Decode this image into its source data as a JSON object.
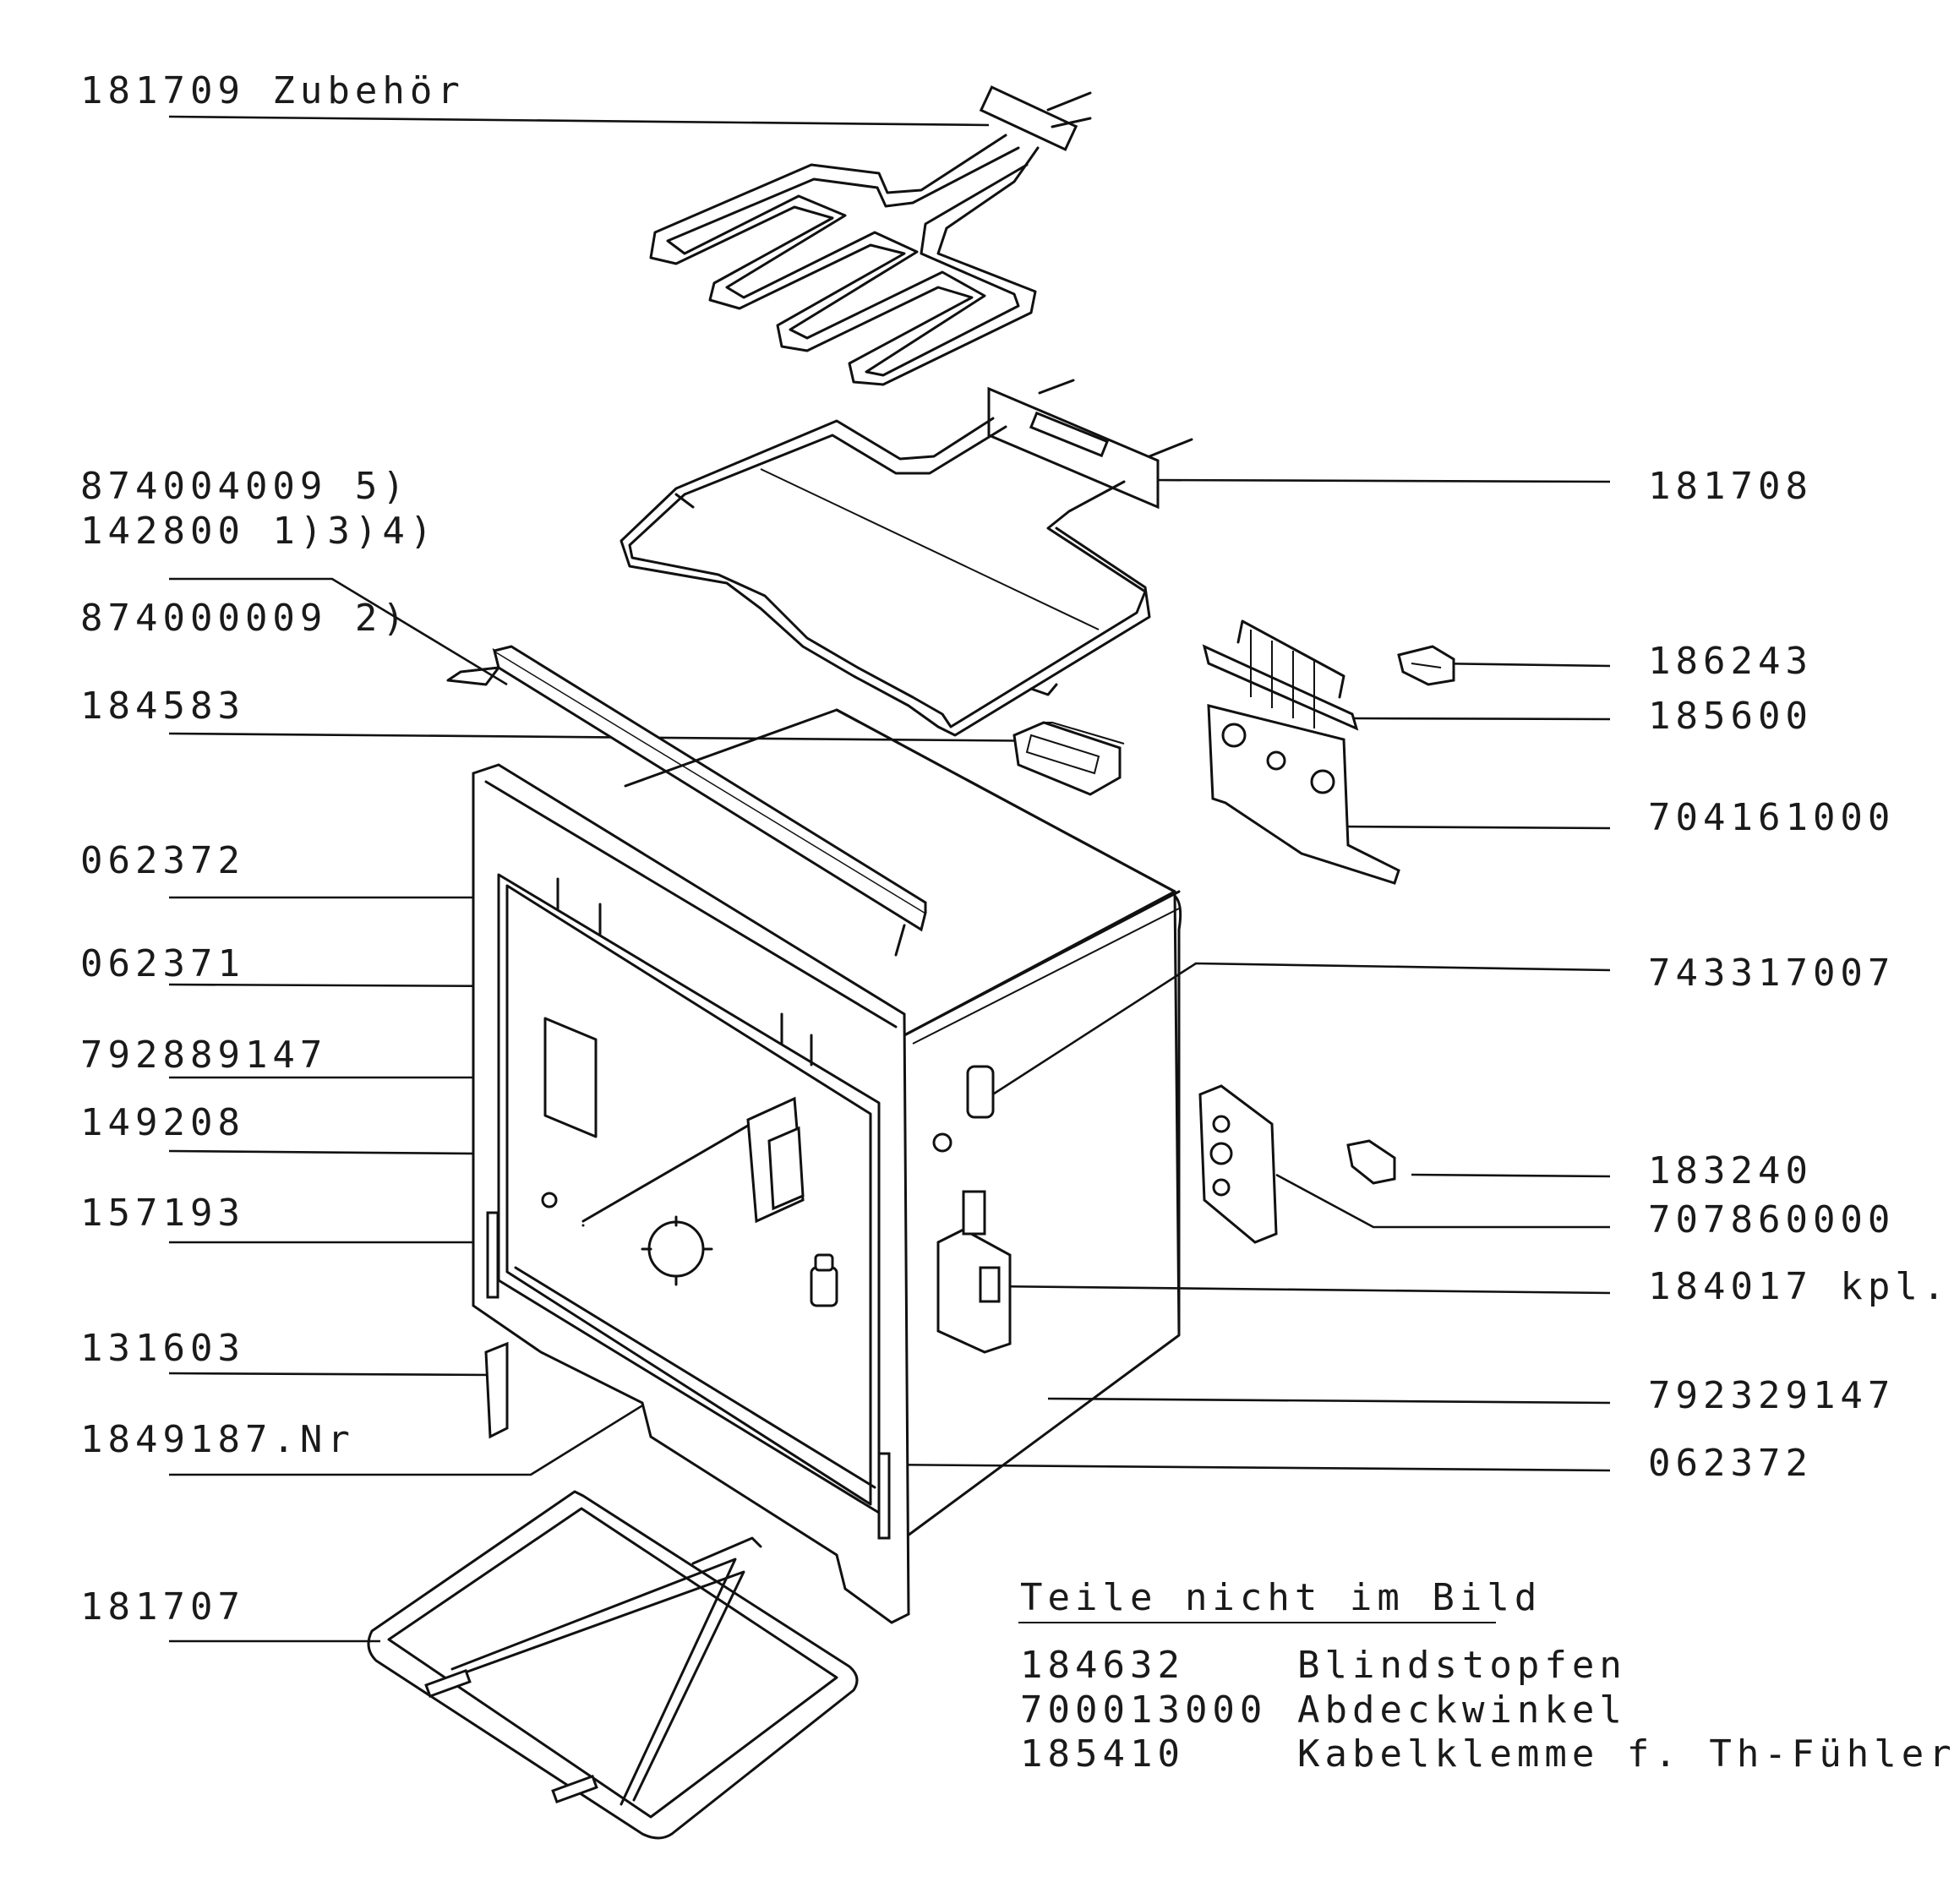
{
  "labels_left": [
    {
      "id": "181709",
      "text": "181709 Zubehör"
    },
    {
      "id": "874004009",
      "text": "874004009 5)"
    },
    {
      "id": "142800",
      "text": "142800 1)3)4)"
    },
    {
      "id": "874000009",
      "text": "874000009 2)"
    },
    {
      "id": "184583",
      "text": "184583"
    },
    {
      "id": "062372a",
      "text": "062372"
    },
    {
      "id": "062371",
      "text": "062371"
    },
    {
      "id": "792889147",
      "text": "792889147"
    },
    {
      "id": "149208",
      "text": "149208"
    },
    {
      "id": "157193",
      "text": "157193"
    },
    {
      "id": "131603",
      "text": "131603"
    },
    {
      "id": "184918",
      "text": "1849187.Nr"
    },
    {
      "id": "181707",
      "text": "181707"
    }
  ],
  "labels_right": [
    {
      "id": "181708",
      "text": "181708"
    },
    {
      "id": "186243",
      "text": "186243"
    },
    {
      "id": "185600",
      "text": "185600"
    },
    {
      "id": "704161000",
      "text": "704161000"
    },
    {
      "id": "743317007",
      "text": "743317007"
    },
    {
      "id": "183240",
      "text": "183240"
    },
    {
      "id": "707860000",
      "text": "707860000"
    },
    {
      "id": "184017",
      "text": "184017 kpl."
    },
    {
      "id": "792329147",
      "text": "792329147"
    },
    {
      "id": "062372b",
      "text": "062372"
    }
  ],
  "notes": {
    "heading": "Teile nicht im Bild",
    "items": [
      {
        "code": "184632",
        "desc": "Blindstopfen"
      },
      {
        "code": "700013000",
        "desc": "Abdeckwinkel"
      },
      {
        "code": "185410",
        "desc": "Kabelklemme f. Th-Fühler"
      }
    ]
  }
}
